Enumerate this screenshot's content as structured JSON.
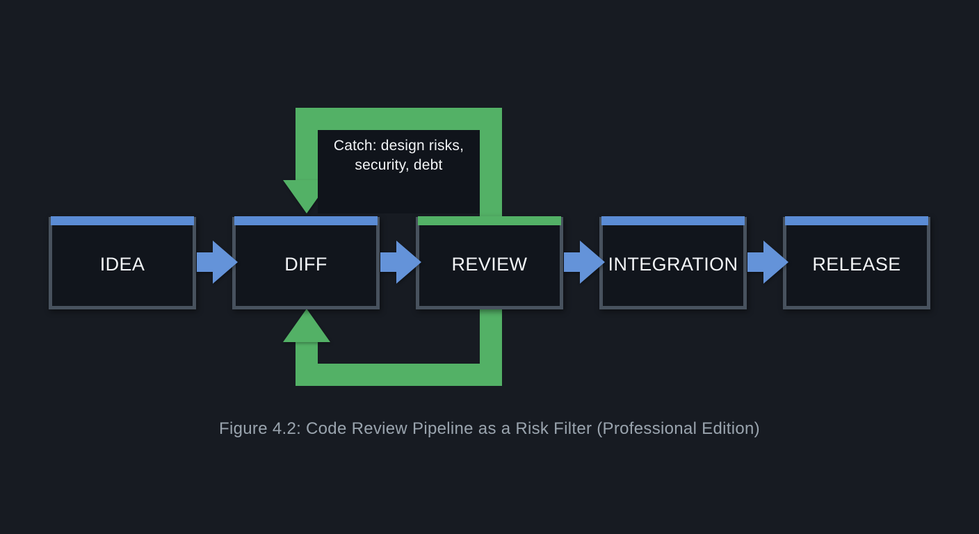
{
  "figure": {
    "caption": "Figure 4.2: Code Review Pipeline as a Risk Filter (Professional Edition)"
  },
  "pipeline": {
    "stages": [
      {
        "label": "IDEA",
        "header": "blue"
      },
      {
        "label": "DIFF",
        "header": "blue"
      },
      {
        "label": "REVIEW",
        "header": "green"
      },
      {
        "label": "INTEGRATION",
        "header": "blue"
      },
      {
        "label": "RELEASE",
        "header": "blue"
      }
    ]
  },
  "feedback_loop": {
    "from": "REVIEW",
    "to": "DIFF",
    "label_line1": "Catch: design risks,",
    "label_line2": "security, debt"
  },
  "colors": {
    "background": "#171b22",
    "box_fill": "#11151c",
    "box_border": "#48525e",
    "header_blue": "#5b8cd5",
    "arrow_blue": "#6493d9",
    "loop_green": "#53b166",
    "hole_fill": "#10141b",
    "caption_text": "#9aa4ae",
    "label_text": "#f2f4f6"
  }
}
